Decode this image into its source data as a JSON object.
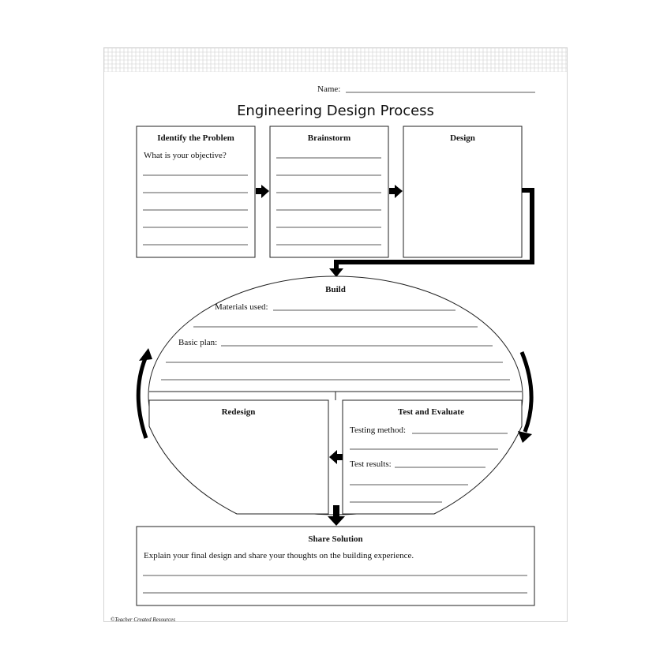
{
  "worksheet": {
    "name_label": "Name:",
    "title": "Engineering Design Process",
    "identify": {
      "heading": "Identify the Problem",
      "prompt": "What is your objective?"
    },
    "brainstorm": {
      "heading": "Brainstorm"
    },
    "design": {
      "heading": "Design"
    },
    "build": {
      "heading": "Build",
      "materials_label": "Materials used:",
      "plan_label": "Basic plan:"
    },
    "redesign": {
      "heading": "Redesign"
    },
    "test": {
      "heading": "Test and Evaluate",
      "method_label": "Testing method:",
      "results_label": "Test results:"
    },
    "share": {
      "heading": "Share Solution",
      "prompt": "Explain your final design and share your thoughts on the building experience."
    },
    "copyright": "©Teacher Created Resources"
  }
}
